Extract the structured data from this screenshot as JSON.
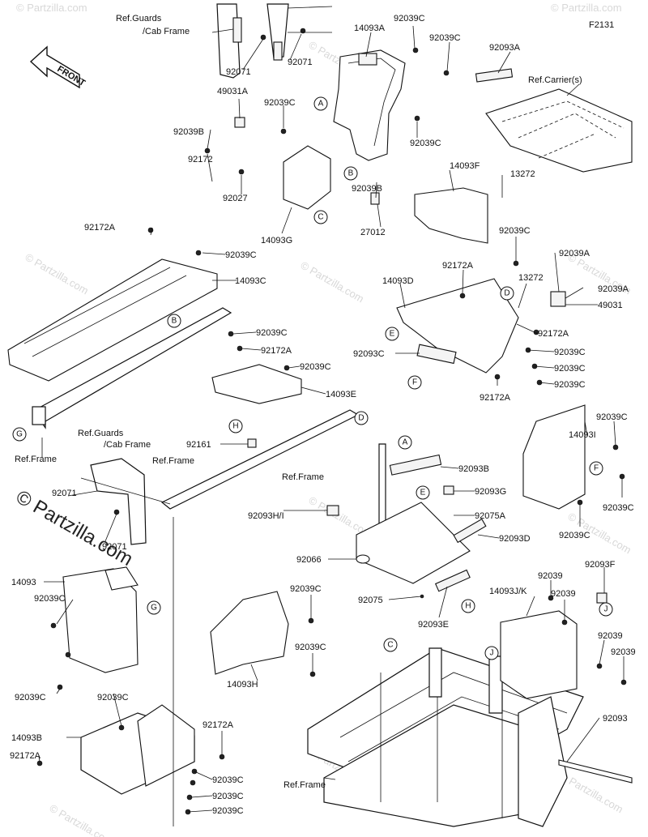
{
  "diagram": {
    "code": "F2131",
    "front_badge": "FRONT",
    "watermark": "© Partzilla.com",
    "watermark_small": "© Partzilla.com",
    "callouts": {
      "a": "A",
      "b": "B",
      "c": "C",
      "d": "D",
      "e": "E",
      "f": "F",
      "g": "G",
      "h": "H",
      "j": "J"
    }
  },
  "labels": {
    "ref_guards_1a": "Ref.Guards",
    "ref_guards_1b": "/Cab Frame",
    "p92071_a": "92071",
    "p92071_b": "92071",
    "p14093A": "14093A",
    "p92039C_1": "92039C",
    "p92039C_2": "92039C",
    "p92093A": "92093A",
    "ref_carriers": "Ref.Carrier(s)",
    "p49031A": "49031A",
    "p92039C_3": "92039C",
    "p92039B_1": "92039B",
    "p92039C_4": "92039C",
    "p92172_1": "92172",
    "p92027": "92027",
    "p14093F": "14093F",
    "p13272_1": "13272",
    "p92039B_2": "92039B",
    "p27012": "27012",
    "p14093G": "14093G",
    "p92172A_1": "92172A",
    "p92039C_5": "92039C",
    "p14093C": "14093C",
    "p92039C_6": "92039C",
    "p92039A_1": "92039A",
    "p92172A_2": "92172A",
    "p13272_2": "13272",
    "p92039A_2": "92039A",
    "p14093D": "14093D",
    "p49031": "49031",
    "p92039C_7": "92039C",
    "p92172A_3": "92172A",
    "p92172A_4": "92172A",
    "p92093C": "92093C",
    "p92039C_8": "92039C",
    "p92039C_9": "92039C",
    "p92039C_10": "92039C",
    "p92039C_11": "92039C",
    "p14093E": "14093E",
    "p92172A_5": "92172A",
    "ref_frame_1": "Ref.Frame",
    "p92161": "92161",
    "ref_guards_2a": "Ref.Guards",
    "ref_guards_2b": "/Cab Frame",
    "ref_frame_2": "Ref.Frame",
    "p92071_c": "92071",
    "p92071_d": "92071",
    "ref_frame_3": "Ref.Frame",
    "p92093B": "92093B",
    "p92093G": "92093G",
    "p92093HI": "92093H/I",
    "p92075A": "92075A",
    "p92093D": "92093D",
    "p14093I": "14093I",
    "p92039C_12": "92039C",
    "p92039C_13": "92039C",
    "p92039C_14": "92039C",
    "p92066": "92066",
    "p92075": "92075",
    "p92093E": "92093E",
    "p14093": "14093",
    "p92039C_15": "92039C",
    "p92039C_16": "92039C",
    "p92039C_17": "92039C",
    "p92039C_18": "92039C",
    "p92039C_19": "92039C",
    "p14093H": "14093H",
    "p92093F": "92093F",
    "p92039_1": "92039",
    "p14093JK": "14093J/K",
    "p92039_2": "92039",
    "p92039_3": "92039",
    "p92039_4": "92039",
    "p14093B": "14093B",
    "p92172A_6": "92172A",
    "p92172A_7": "92172A",
    "p92039C_20": "92039C",
    "p92039C_21": "92039C",
    "p92039C_22": "92039C",
    "p92093": "92093",
    "ref_frame_4": "Ref.Frame"
  }
}
